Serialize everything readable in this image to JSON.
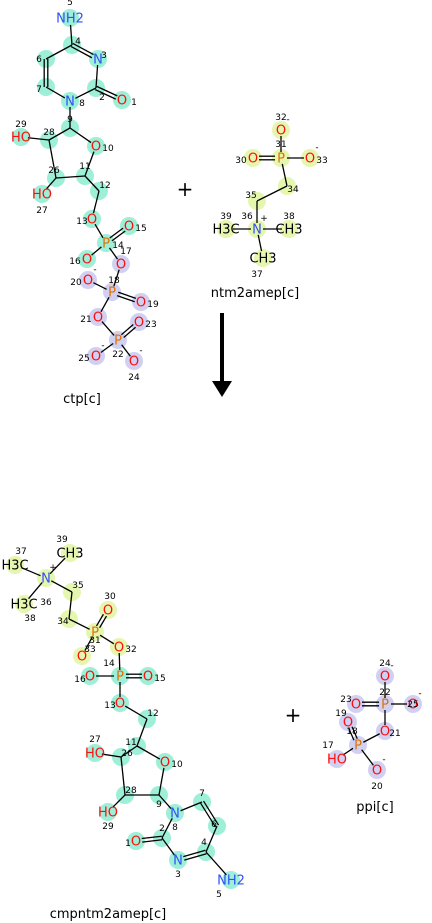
{
  "reaction": {
    "operators": {
      "plus": "+"
    },
    "reactants": [
      {
        "id": "ctp",
        "name": "ctp[c]"
      },
      {
        "id": "ntm2amep",
        "name": "ntm2amep[c]"
      }
    ],
    "products": [
      {
        "id": "cmpntm2amep",
        "name": "cmpntm2amep[c]"
      },
      {
        "id": "ppi",
        "name": "ppi[c]"
      }
    ]
  },
  "colors": {
    "mapped_cytidine": "#8cecd0",
    "mapped_choline": "#e0f4a0",
    "mapped_phosphate": "#c8c8f0",
    "nitrogen_text": "#3050f8",
    "oxygen_text": "#ff0d0d",
    "phosphorus_text": "#e07000",
    "bond": "#000000"
  },
  "atoms": [
    {
      "k": "a1",
      "m": "ctp",
      "t": "NH2",
      "n": "5",
      "el": "N",
      "h": "c"
    },
    {
      "k": "a2",
      "m": "ctp",
      "t": "",
      "n": "4",
      "el": "C",
      "h": "c"
    },
    {
      "k": "a3",
      "m": "ctp",
      "t": "N",
      "n": "3",
      "el": "N",
      "h": "c"
    },
    {
      "k": "a4",
      "m": "ctp",
      "t": "",
      "n": "2",
      "el": "C",
      "h": "c"
    },
    {
      "k": "a5",
      "m": "ctp",
      "t": "O",
      "n": "1",
      "el": "O",
      "h": "c"
    },
    {
      "k": "a6",
      "m": "ctp",
      "t": "N",
      "n": "8",
      "el": "N",
      "h": "c"
    },
    {
      "k": "a7",
      "m": "ctp",
      "t": "",
      "n": "7",
      "el": "C",
      "h": "c"
    },
    {
      "k": "a8",
      "m": "ctp",
      "t": "",
      "n": "6",
      "el": "C",
      "h": "c"
    },
    {
      "k": "a9",
      "m": "ctp",
      "t": "",
      "n": "9",
      "el": "C",
      "h": "c"
    },
    {
      "k": "a10",
      "m": "ctp",
      "t": "O",
      "n": "10",
      "el": "O",
      "h": "c"
    },
    {
      "k": "a11",
      "m": "ctp",
      "t": "",
      "n": "11",
      "el": "C",
      "h": "c"
    },
    {
      "k": "a12",
      "m": "ctp",
      "t": "",
      "n": "12",
      "el": "C",
      "h": "c"
    },
    {
      "k": "a13",
      "m": "ctp",
      "t": "O",
      "n": "13",
      "el": "O",
      "h": "c"
    },
    {
      "k": "a14",
      "m": "ctp",
      "t": "P",
      "n": "14",
      "el": "P",
      "h": "c"
    },
    {
      "k": "a15",
      "m": "ctp",
      "t": "O",
      "n": "15",
      "el": "O",
      "h": "c"
    },
    {
      "k": "a16",
      "m": "ctp",
      "t": "O",
      "n": "16",
      "el": "O",
      "h": "c"
    },
    {
      "k": "a17",
      "m": "ctp",
      "t": "O",
      "n": "17",
      "el": "O",
      "h": "p"
    },
    {
      "k": "a18",
      "m": "ctp",
      "t": "P",
      "n": "18",
      "el": "P",
      "h": "p"
    },
    {
      "k": "a19",
      "m": "ctp",
      "t": "O",
      "n": "19",
      "el": "O",
      "h": "p"
    },
    {
      "k": "a20",
      "m": "ctp",
      "t": "O",
      "n": "20",
      "el": "O",
      "h": "p",
      "ch": "-"
    },
    {
      "k": "a21",
      "m": "ctp",
      "t": "O",
      "n": "21",
      "el": "O",
      "h": "p"
    },
    {
      "k": "a22",
      "m": "ctp",
      "t": "P",
      "n": "22",
      "el": "P",
      "h": "p"
    },
    {
      "k": "a23",
      "m": "ctp",
      "t": "O",
      "n": "23",
      "el": "O",
      "h": "p"
    },
    {
      "k": "a24",
      "m": "ctp",
      "t": "O",
      "n": "24",
      "el": "O",
      "h": "p",
      "ch": "-"
    },
    {
      "k": "a25",
      "m": "ctp",
      "t": "O",
      "n": "25",
      "el": "O",
      "h": "p",
      "ch": "-"
    },
    {
      "k": "a26",
      "m": "ctp",
      "t": "",
      "n": "26",
      "el": "C",
      "h": "c"
    },
    {
      "k": "a27",
      "m": "ctp",
      "t": "HO",
      "n": "27",
      "el": "O",
      "h": "c"
    },
    {
      "k": "a28",
      "m": "ctp",
      "t": "",
      "n": "28",
      "el": "C",
      "h": "c"
    },
    {
      "k": "a29",
      "m": "ctp",
      "t": "HO",
      "n": "29",
      "el": "O",
      "h": "c"
    },
    {
      "k": "b30",
      "m": "ntm",
      "t": "O",
      "n": "30",
      "el": "O",
      "h": "h"
    },
    {
      "k": "b31",
      "m": "ntm",
      "t": "P",
      "n": "31",
      "el": "P",
      "h": "h"
    },
    {
      "k": "b32",
      "m": "ntm",
      "t": "O",
      "n": "32",
      "el": "O",
      "h": "h",
      "ch": "-"
    },
    {
      "k": "b33",
      "m": "ntm",
      "t": "O",
      "n": "33",
      "el": "O",
      "h": "h",
      "ch": "-"
    },
    {
      "k": "b34",
      "m": "ntm",
      "t": "",
      "n": "34",
      "el": "C",
      "h": "h"
    },
    {
      "k": "b35",
      "m": "ntm",
      "t": "",
      "n": "35",
      "el": "C",
      "h": "h"
    },
    {
      "k": "b36",
      "m": "ntm",
      "t": "N",
      "n": "36",
      "el": "N",
      "h": "h",
      "ch": "+"
    },
    {
      "k": "b37",
      "m": "ntm",
      "t": "CH3",
      "n": "37",
      "el": "C",
      "h": "h"
    },
    {
      "k": "b38",
      "m": "ntm",
      "t": "CH3",
      "n": "38",
      "el": "C",
      "h": "h"
    },
    {
      "k": "b39",
      "m": "ntm",
      "t": "H3C",
      "n": "39",
      "el": "C",
      "h": "h"
    },
    {
      "k": "c37",
      "m": "cmp",
      "t": "H3C",
      "n": "37",
      "el": "C",
      "h": "h"
    },
    {
      "k": "c39",
      "m": "cmp",
      "t": "CH3",
      "n": "39",
      "el": "C",
      "h": "h"
    },
    {
      "k": "c36",
      "m": "cmp",
      "t": "N",
      "n": "36",
      "el": "N",
      "h": "h",
      "ch": "+"
    },
    {
      "k": "c38",
      "m": "cmp",
      "t": "H3C",
      "n": "38",
      "el": "C",
      "h": "h"
    },
    {
      "k": "c35",
      "m": "cmp",
      "t": "",
      "n": "35",
      "el": "C",
      "h": "h"
    },
    {
      "k": "c34",
      "m": "cmp",
      "t": "",
      "n": "34",
      "el": "C",
      "h": "h"
    },
    {
      "k": "c31",
      "m": "cmp",
      "t": "P",
      "n": "31",
      "el": "P",
      "h": "h"
    },
    {
      "k": "c30",
      "m": "cmp",
      "t": "O",
      "n": "30",
      "el": "O",
      "h": "h"
    },
    {
      "k": "c32",
      "m": "cmp",
      "t": "O",
      "n": "32",
      "el": "O",
      "h": "h"
    },
    {
      "k": "c33",
      "m": "cmp",
      "t": "O",
      "n": "33",
      "el": "O",
      "h": "h",
      "ch": "-"
    },
    {
      "k": "c14",
      "m": "cmp",
      "t": "P",
      "n": "14",
      "el": "P",
      "h": "c"
    },
    {
      "k": "c16",
      "m": "cmp",
      "t": "O",
      "n": "16",
      "el": "O",
      "h": "c"
    },
    {
      "k": "c15",
      "m": "cmp",
      "t": "O",
      "n": "15",
      "el": "O",
      "h": "c"
    },
    {
      "k": "c13",
      "m": "cmp",
      "t": "O",
      "n": "13",
      "el": "O",
      "h": "c"
    },
    {
      "k": "c12",
      "m": "cmp",
      "t": "",
      "n": "12",
      "el": "C",
      "h": "c"
    },
    {
      "k": "c11",
      "m": "cmp",
      "t": "",
      "n": "11",
      "el": "C",
      "h": "c"
    },
    {
      "k": "c10",
      "m": "cmp",
      "t": "O",
      "n": "10",
      "el": "O",
      "h": "c"
    },
    {
      "k": "c26",
      "m": "cmp",
      "t": "",
      "n": "26",
      "el": "C",
      "h": "c"
    },
    {
      "k": "c27",
      "m": "cmp",
      "t": "HO",
      "n": "27",
      "el": "O",
      "h": "c"
    },
    {
      "k": "c28",
      "m": "cmp",
      "t": "",
      "n": "28",
      "el": "C",
      "h": "c"
    },
    {
      "k": "c29",
      "m": "cmp",
      "t": "HO",
      "n": "29",
      "el": "O",
      "h": "c"
    },
    {
      "k": "c9",
      "m": "cmp",
      "t": "",
      "n": "9",
      "el": "C",
      "h": "c"
    },
    {
      "k": "c8",
      "m": "cmp",
      "t": "N",
      "n": "8",
      "el": "N",
      "h": "c"
    },
    {
      "k": "c7",
      "m": "cmp",
      "t": "",
      "n": "7",
      "el": "C",
      "h": "c"
    },
    {
      "k": "c6",
      "m": "cmp",
      "t": "",
      "n": "6",
      "el": "C",
      "h": "c"
    },
    {
      "k": "c4",
      "m": "cmp",
      "t": "",
      "n": "4",
      "el": "C",
      "h": "c"
    },
    {
      "k": "c5",
      "m": "cmp",
      "t": "NH2",
      "n": "5",
      "el": "N",
      "h": "c"
    },
    {
      "k": "c3",
      "m": "cmp",
      "t": "N",
      "n": "3",
      "el": "N",
      "h": "c"
    },
    {
      "k": "c2",
      "m": "cmp",
      "t": "",
      "n": "2",
      "el": "C",
      "h": "c"
    },
    {
      "k": "c1",
      "m": "cmp",
      "t": "O",
      "n": "1",
      "el": "O",
      "h": "c"
    },
    {
      "k": "d24",
      "m": "ppi",
      "t": "O",
      "n": "24",
      "el": "O",
      "h": "p",
      "ch": "-"
    },
    {
      "k": "d22",
      "m": "ppi",
      "t": "P",
      "n": "22",
      "el": "P",
      "h": "p"
    },
    {
      "k": "d23",
      "m": "ppi",
      "t": "O",
      "n": "23",
      "el": "O",
      "h": "p"
    },
    {
      "k": "d25",
      "m": "ppi",
      "t": "O",
      "n": "25",
      "el": "O",
      "h": "p",
      "ch": "-"
    },
    {
      "k": "d21",
      "m": "ppi",
      "t": "O",
      "n": "21",
      "el": "O",
      "h": "p"
    },
    {
      "k": "d19",
      "m": "ppi",
      "t": "O",
      "n": "19",
      "el": "O",
      "h": "p"
    },
    {
      "k": "d18",
      "m": "ppi",
      "t": "P",
      "n": "18",
      "el": "P",
      "h": "p"
    },
    {
      "k": "d17",
      "m": "ppi",
      "t": "HO",
      "n": "17",
      "el": "O",
      "h": "p"
    },
    {
      "k": "d20",
      "m": "ppi",
      "t": "O",
      "n": "20",
      "el": "O",
      "h": "p",
      "ch": "-"
    }
  ],
  "bonds": [
    [
      "a1",
      "a2",
      1
    ],
    [
      "a2",
      "a3",
      2
    ],
    [
      "a3",
      "a4",
      1
    ],
    [
      "a4",
      "a5",
      2
    ],
    [
      "a4",
      "a6",
      1
    ],
    [
      "a6",
      "a7",
      1
    ],
    [
      "a7",
      "a8",
      2
    ],
    [
      "a8",
      "a2",
      1
    ],
    [
      "a6",
      "a9",
      1
    ],
    [
      "a9",
      "a10",
      1
    ],
    [
      "a10",
      "a11",
      1
    ],
    [
      "a11",
      "a26",
      1
    ],
    [
      "a26",
      "a28",
      1
    ],
    [
      "a28",
      "a9",
      1
    ],
    [
      "a28",
      "a29",
      1
    ],
    [
      "a26",
      "a27",
      1
    ],
    [
      "a11",
      "a12",
      1
    ],
    [
      "a12",
      "a13",
      1
    ],
    [
      "a13",
      "a14",
      1
    ],
    [
      "a14",
      "a15",
      2
    ],
    [
      "a14",
      "a16",
      1
    ],
    [
      "a14",
      "a17",
      1
    ],
    [
      "a17",
      "a18",
      1
    ],
    [
      "a18",
      "a19",
      2
    ],
    [
      "a18",
      "a20",
      1
    ],
    [
      "a18",
      "a21",
      1
    ],
    [
      "a21",
      "a22",
      1
    ],
    [
      "a22",
      "a23",
      2
    ],
    [
      "a22",
      "a24",
      1
    ],
    [
      "a22",
      "a25",
      1
    ],
    [
      "b30",
      "b31",
      2
    ],
    [
      "b31",
      "b32",
      1
    ],
    [
      "b31",
      "b33",
      1
    ],
    [
      "b31",
      "b34",
      1
    ],
    [
      "b34",
      "b35",
      1
    ],
    [
      "b35",
      "b36",
      1
    ],
    [
      "b36",
      "b37",
      1
    ],
    [
      "b36",
      "b38",
      1
    ],
    [
      "b36",
      "b39",
      1
    ],
    [
      "c37",
      "c36",
      1
    ],
    [
      "c39",
      "c36",
      1
    ],
    [
      "c38",
      "c36",
      1
    ],
    [
      "c36",
      "c35",
      1
    ],
    [
      "c35",
      "c34",
      1
    ],
    [
      "c34",
      "c31",
      1
    ],
    [
      "c31",
      "c30",
      2
    ],
    [
      "c31",
      "c32",
      1
    ],
    [
      "c31",
      "c33",
      1
    ],
    [
      "c32",
      "c14",
      1
    ],
    [
      "c14",
      "c16",
      1
    ],
    [
      "c14",
      "c15",
      2
    ],
    [
      "c14",
      "c13",
      1
    ],
    [
      "c13",
      "c12",
      1
    ],
    [
      "c12",
      "c11",
      1
    ],
    [
      "c11",
      "c10",
      1
    ],
    [
      "c11",
      "c26",
      1
    ],
    [
      "c26",
      "c27",
      1
    ],
    [
      "c26",
      "c28",
      1
    ],
    [
      "c28",
      "c29",
      1
    ],
    [
      "c28",
      "c9",
      1
    ],
    [
      "c9",
      "c10",
      1
    ],
    [
      "c9",
      "c8",
      1
    ],
    [
      "c8",
      "c7",
      1
    ],
    [
      "c7",
      "c6",
      2
    ],
    [
      "c6",
      "c4",
      1
    ],
    [
      "c4",
      "c5",
      1
    ],
    [
      "c4",
      "c3",
      2
    ],
    [
      "c3",
      "c2",
      1
    ],
    [
      "c2",
      "c8",
      1
    ],
    [
      "c2",
      "c1",
      2
    ],
    [
      "d24",
      "d22",
      1
    ],
    [
      "d22",
      "d23",
      2
    ],
    [
      "d22",
      "d25",
      1
    ],
    [
      "d22",
      "d21",
      1
    ],
    [
      "d21",
      "d18",
      1
    ],
    [
      "d18",
      "d19",
      2
    ],
    [
      "d18",
      "d17",
      1
    ],
    [
      "d18",
      "d20",
      1
    ]
  ]
}
